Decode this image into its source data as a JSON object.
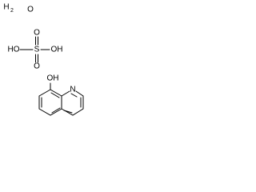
{
  "components": {
    "water": {
      "h": "H",
      "sub": "2",
      "o": "O"
    },
    "sulfuric_acid": {
      "left": "HO",
      "s": "S",
      "right": "OH",
      "o_top": "O",
      "o_bottom": "O"
    },
    "hydroxyquinoline": {
      "oh": "OH",
      "n": "N"
    }
  }
}
